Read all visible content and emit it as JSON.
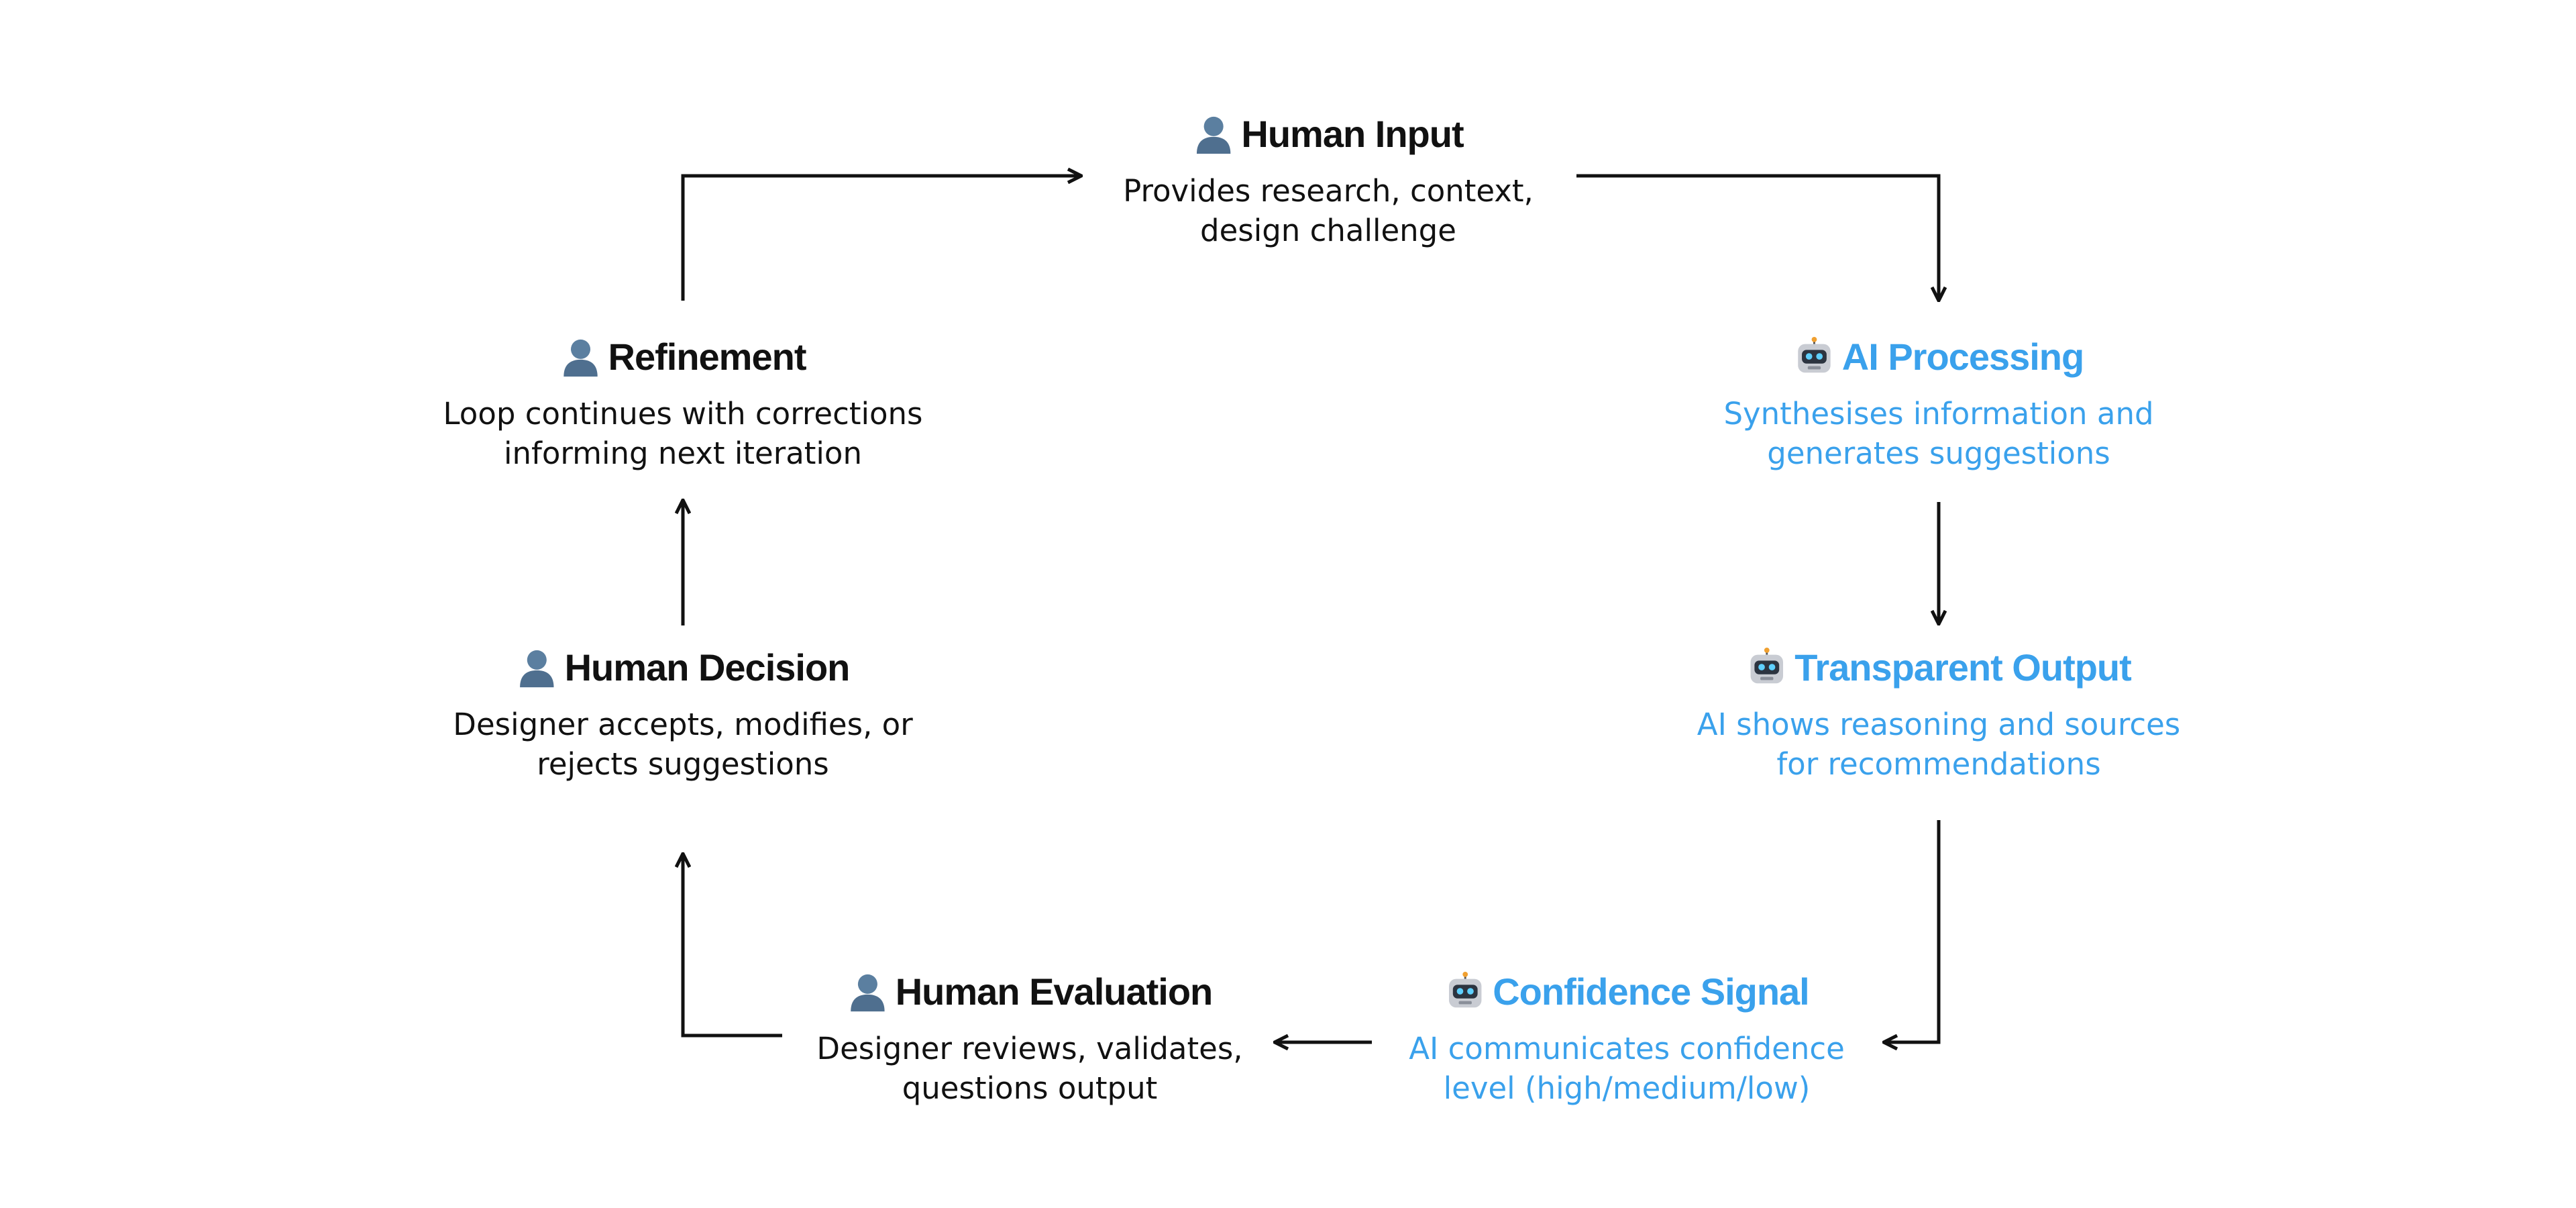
{
  "nodes": [
    {
      "id": "human-input",
      "title": "Human Input",
      "desc_line1": "Provides research, context,",
      "desc_line2": "design challenge",
      "actor": "human",
      "icon": "person-icon"
    },
    {
      "id": "ai-processing",
      "title": "AI Processing",
      "desc_line1": "Synthesises information and",
      "desc_line2": "generates suggestions",
      "actor": "ai",
      "icon": "robot-icon"
    },
    {
      "id": "transparent-output",
      "title": "Transparent Output",
      "desc_line1": "AI shows reasoning and sources",
      "desc_line2": "for recommendations",
      "actor": "ai",
      "icon": "robot-icon"
    },
    {
      "id": "confidence-signal",
      "title": "Confidence Signal",
      "desc_line1": "AI communicates confidence",
      "desc_line2": "level (high/medium/low)",
      "actor": "ai",
      "icon": "robot-icon"
    },
    {
      "id": "human-evaluation",
      "title": "Human Evaluation",
      "desc_line1": "Designer reviews, validates,",
      "desc_line2": "questions output",
      "actor": "human",
      "icon": "person-icon"
    },
    {
      "id": "human-decision",
      "title": "Human Decision",
      "desc_line1": "Designer accepts, modifies, or",
      "desc_line2": "rejects suggestions",
      "actor": "human",
      "icon": "person-icon"
    },
    {
      "id": "refinement",
      "title": "Refinement",
      "desc_line1": "Loop continues with corrections",
      "desc_line2": "informing next iteration",
      "actor": "human",
      "icon": "person-icon"
    }
  ],
  "colors": {
    "human_text": "#111111",
    "ai_text": "#3aa1ec",
    "arrow": "#111111",
    "background": "#ffffff"
  }
}
